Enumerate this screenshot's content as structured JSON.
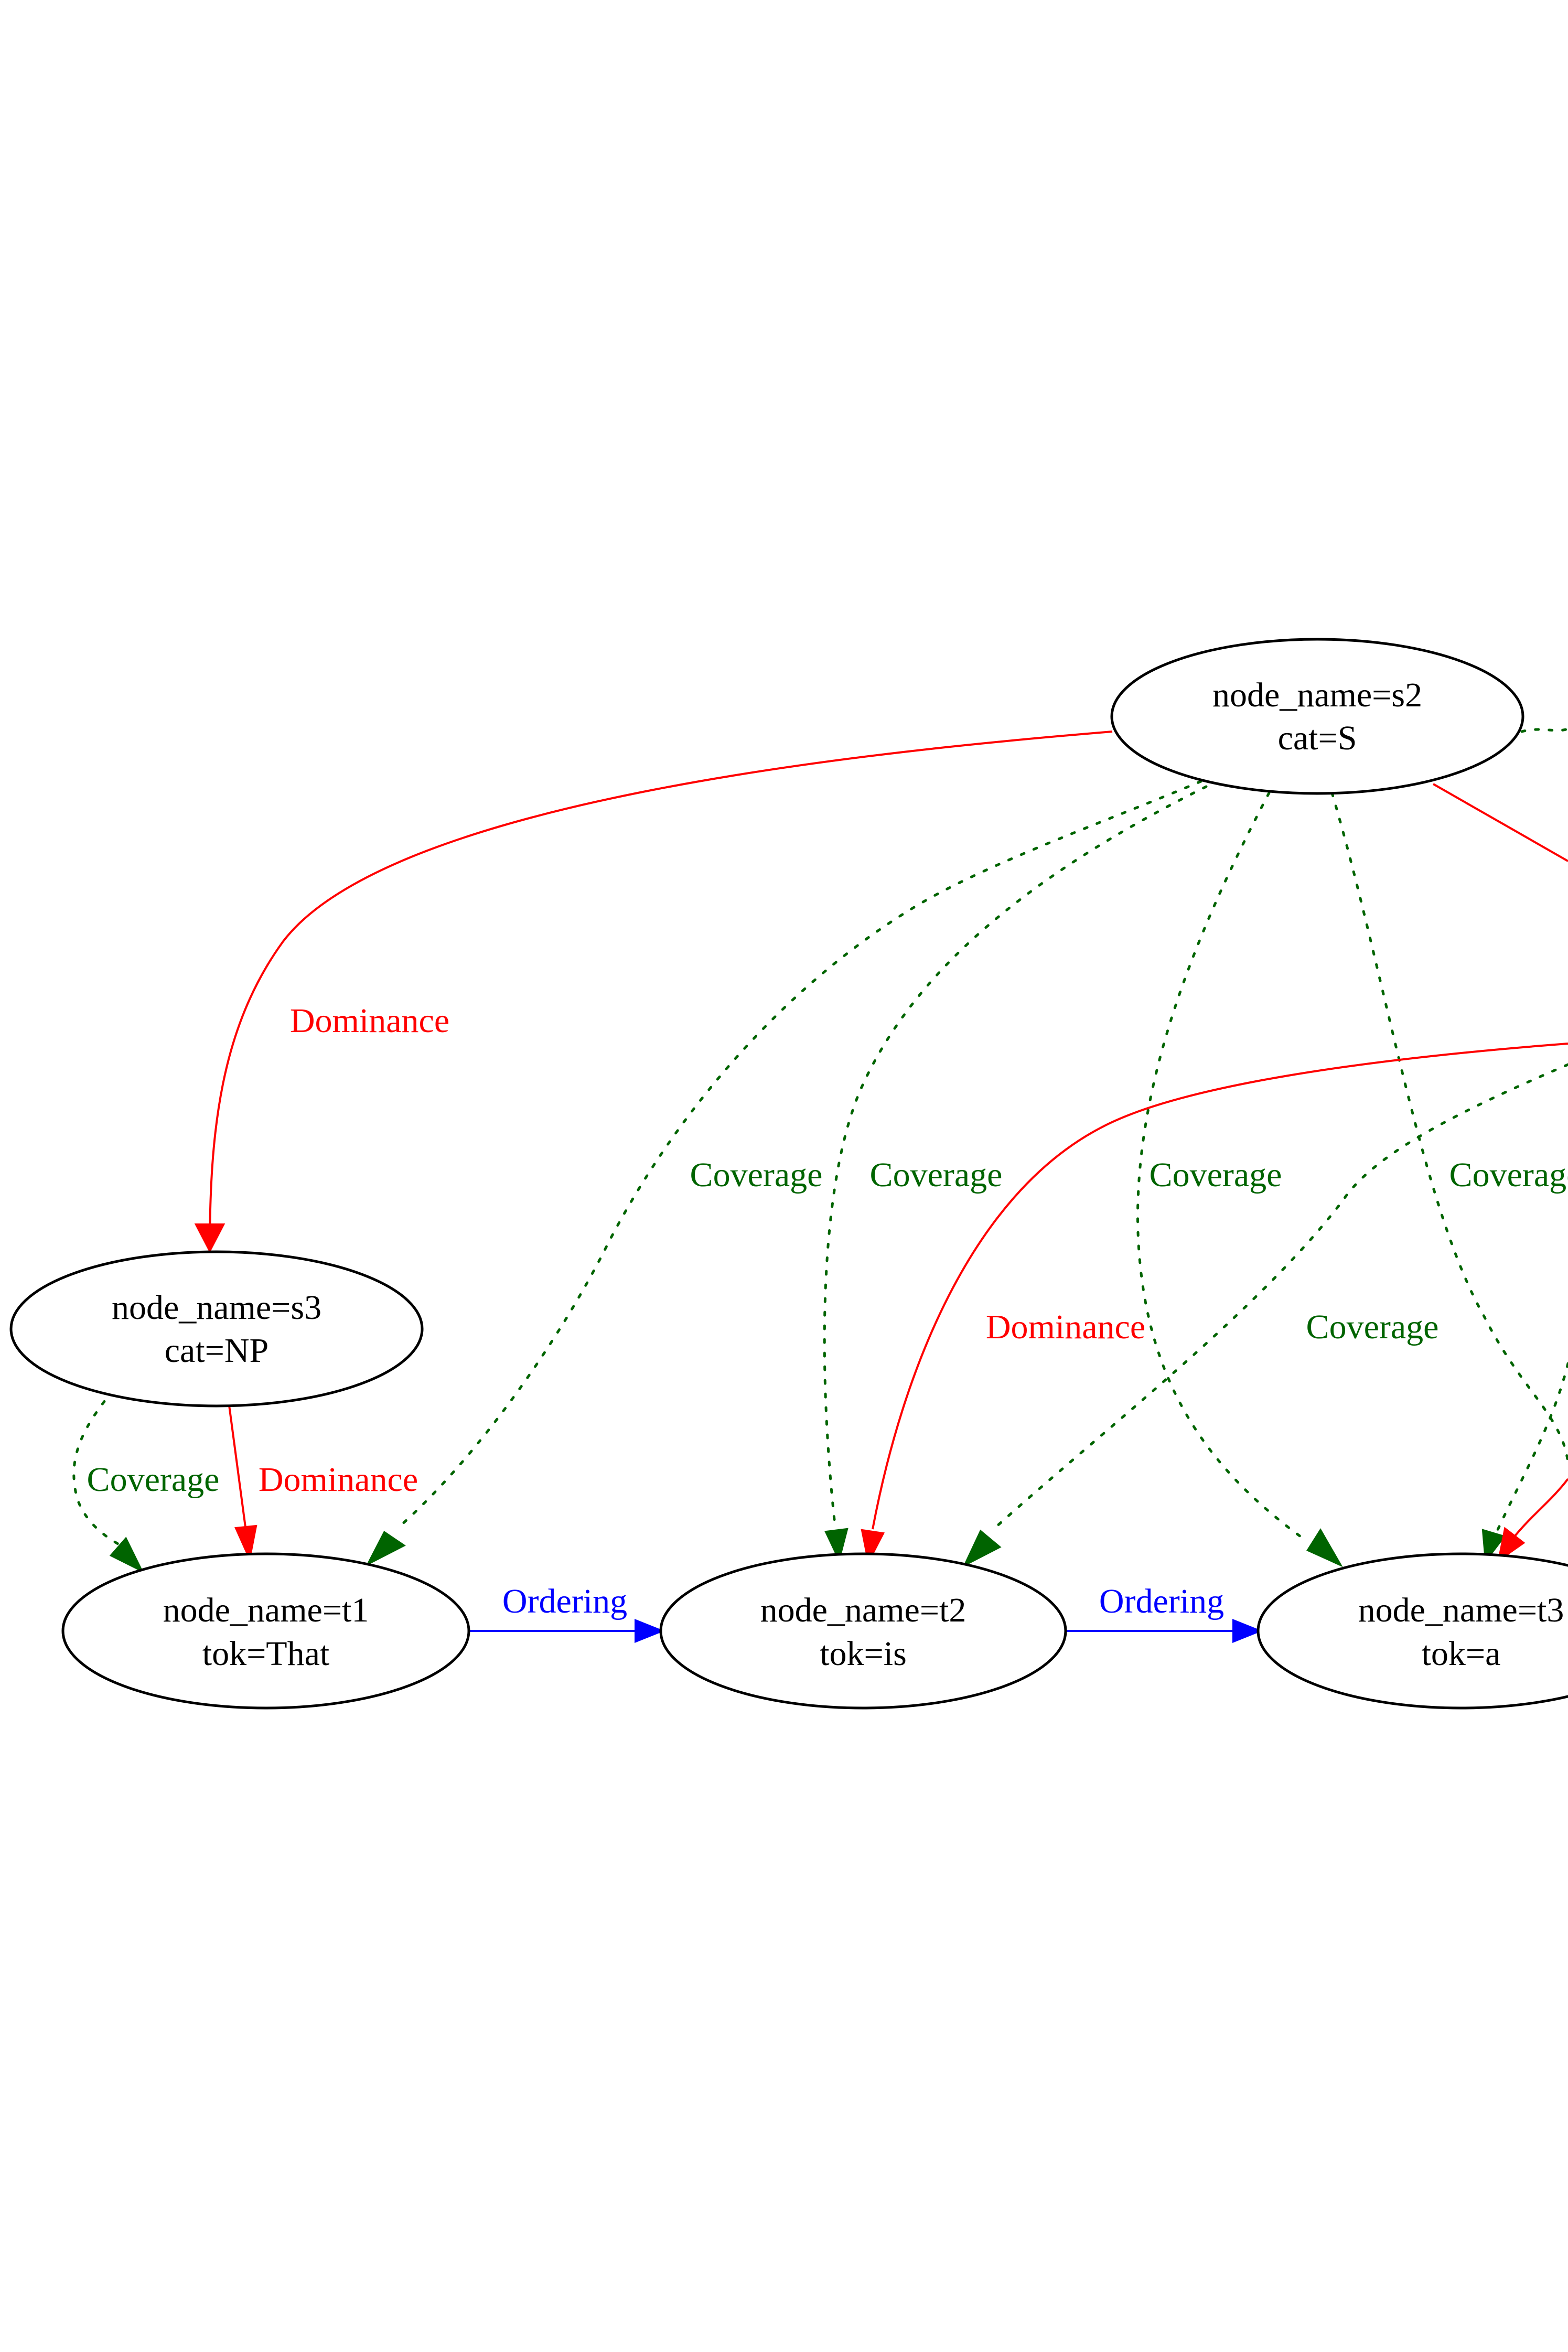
{
  "colors": {
    "dominance": "#ff0000",
    "coverage": "#006400",
    "ordering": "#0000ff",
    "node_stroke": "#000000",
    "background": "#ffffff"
  },
  "nodes": {
    "s2": {
      "line1": "node_name=s2",
      "line2": "cat=S"
    },
    "s3": {
      "line1": "node_name=s3",
      "line2": "cat=NP"
    },
    "t1": {
      "line1": "node_name=t1",
      "line2": "tok=That"
    },
    "t2": {
      "line1": "node_name=t2",
      "line2": "tok=is"
    },
    "t3": {
      "line1": "node_name=t3",
      "line2": "tok=a"
    }
  },
  "edge_labels": {
    "dominance": "Dominance",
    "coverage": "Coverage",
    "ordering": "Ordering"
  },
  "edges": [
    {
      "from": "s2",
      "to": "s3",
      "type": "dominance",
      "label": "Dominance"
    },
    {
      "from": "s2",
      "to": "t1",
      "type": "coverage",
      "label": "Coverage"
    },
    {
      "from": "s2",
      "to": "t2",
      "type": "coverage",
      "label": "Coverage"
    },
    {
      "from": "s2",
      "to": "t3",
      "type": "coverage",
      "label": "Coverage"
    },
    {
      "from": "s2",
      "to": "t3",
      "type": "coverage",
      "label": "Coverage"
    },
    {
      "from": "s2",
      "to": "off-screen",
      "type": "dominance",
      "label": ""
    },
    {
      "from": "s2",
      "to": "off-screen",
      "type": "coverage",
      "label": ""
    },
    {
      "from": "off-screen",
      "to": "t2",
      "type": "dominance",
      "label": "Dominance"
    },
    {
      "from": "off-screen",
      "to": "t2",
      "type": "coverage",
      "label": "Coverage"
    },
    {
      "from": "off-screen",
      "to": "t3",
      "type": "dominance",
      "label": ""
    },
    {
      "from": "s3",
      "to": "t1",
      "type": "coverage",
      "label": "Coverage"
    },
    {
      "from": "s3",
      "to": "t1",
      "type": "dominance",
      "label": "Dominance"
    },
    {
      "from": "t1",
      "to": "t2",
      "type": "ordering",
      "label": "Ordering"
    },
    {
      "from": "t2",
      "to": "t3",
      "type": "ordering",
      "label": "Ordering"
    }
  ]
}
